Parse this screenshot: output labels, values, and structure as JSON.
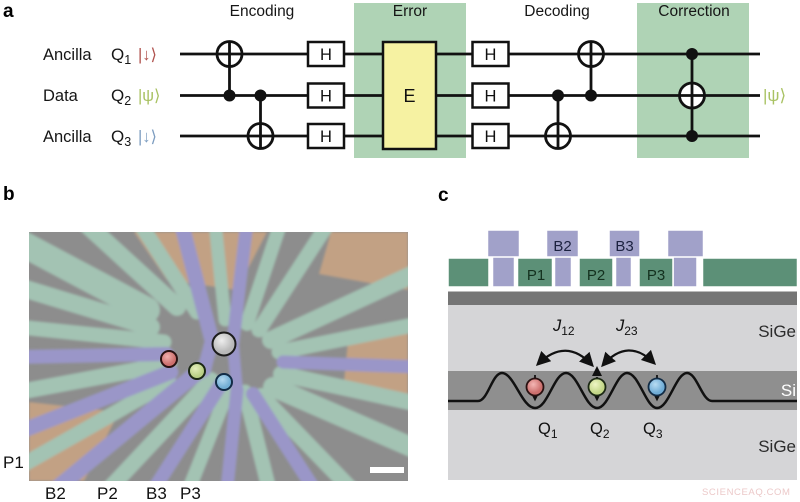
{
  "figure": {
    "panel_labels": {
      "a": "a",
      "b": "b",
      "c": "c"
    },
    "watermark": "SCIENCEAQ.COM"
  },
  "colors": {
    "stage_highlight_green": "#afd3b5",
    "error_box_yellow": "#f6f2a2",
    "ket_q1_red": "#b0524e",
    "ket_q2_green": "#a9c263",
    "ket_q3_blue": "#7d9dc0",
    "sem_background_grey": "#8d8d8d",
    "sem_gate_green": "#a3c3b3",
    "sem_gate_purple": "#9a96c8",
    "sem_oxide_orange": "#c2a184",
    "schematic_gate_green": "#5c9077",
    "schematic_gate_purple": "#a1a1c9",
    "sige_grey": "#d5d5d7",
    "si_grey": "#8f8f8f",
    "dot_q1_red": "#dd8a8a",
    "dot_q2_green": "#cfe09e",
    "dot_q3_blue": "#8ec2e2",
    "sensor_dot_grey": "#cccccc"
  },
  "panel_a": {
    "headers": [
      "Encoding",
      "Error",
      "Decoding",
      "Correction"
    ],
    "rows": [
      {
        "role": "Ancilla",
        "q": "Q",
        "sub": "1",
        "ket": "|↓⟩"
      },
      {
        "role": "Data",
        "q": "Q",
        "sub": "2",
        "ket": "|ψ⟩"
      },
      {
        "role": "Ancilla",
        "q": "Q",
        "sub": "3",
        "ket": "|↓⟩"
      }
    ],
    "h_gate": "H",
    "error_gate": "E",
    "output_ket": "|ψ⟩"
  },
  "panel_b": {
    "labels": {
      "p1": "P1",
      "b2": "B2",
      "p2": "P2",
      "b3": "B3",
      "p3": "P3"
    }
  },
  "panel_c": {
    "barriers": [
      "B2",
      "B3"
    ],
    "plungers": [
      "P1",
      "P2",
      "P3"
    ],
    "layers": {
      "top": "SiGe",
      "middle": "Si",
      "bottom": "SiGe"
    },
    "couplings": [
      {
        "base": "J",
        "sub": "12"
      },
      {
        "base": "J",
        "sub": "23"
      }
    ],
    "qubits": [
      {
        "base": "Q",
        "sub": "1"
      },
      {
        "base": "Q",
        "sub": "2"
      },
      {
        "base": "Q",
        "sub": "3"
      }
    ]
  }
}
